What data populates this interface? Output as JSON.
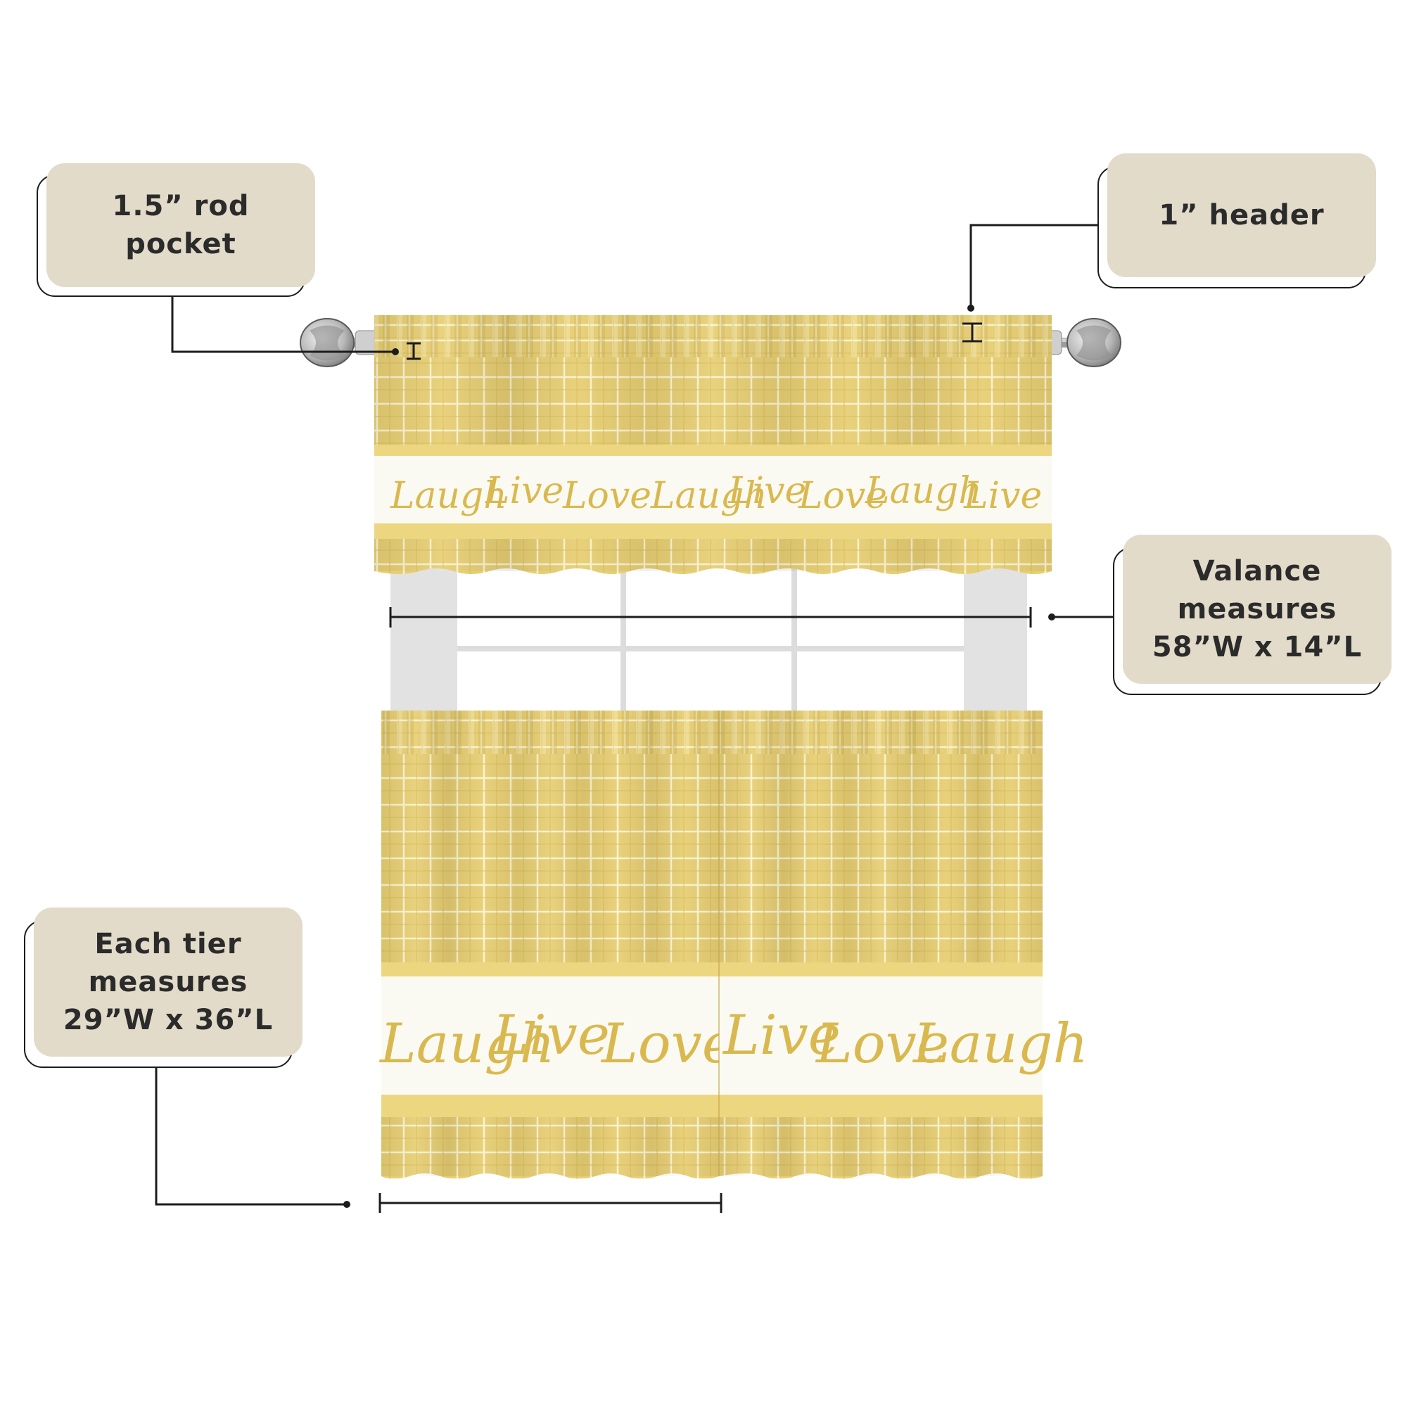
{
  "callouts": {
    "rod_pocket": "1.5” rod\npocket",
    "header": "1” header",
    "valance": "Valance\nmeasures\n58”W x 14”L",
    "tier": "Each tier\nmeasures\n29”W x 36”L"
  },
  "print_words": {
    "laugh": "Laugh",
    "live": "Live",
    "love": "Love"
  },
  "colors": {
    "fabric": "#e6cd6f",
    "fabric_light": "#efdc90",
    "band": "#fbfaf2",
    "label_fill": "#e2dbca",
    "line": "#1c1c1c"
  }
}
